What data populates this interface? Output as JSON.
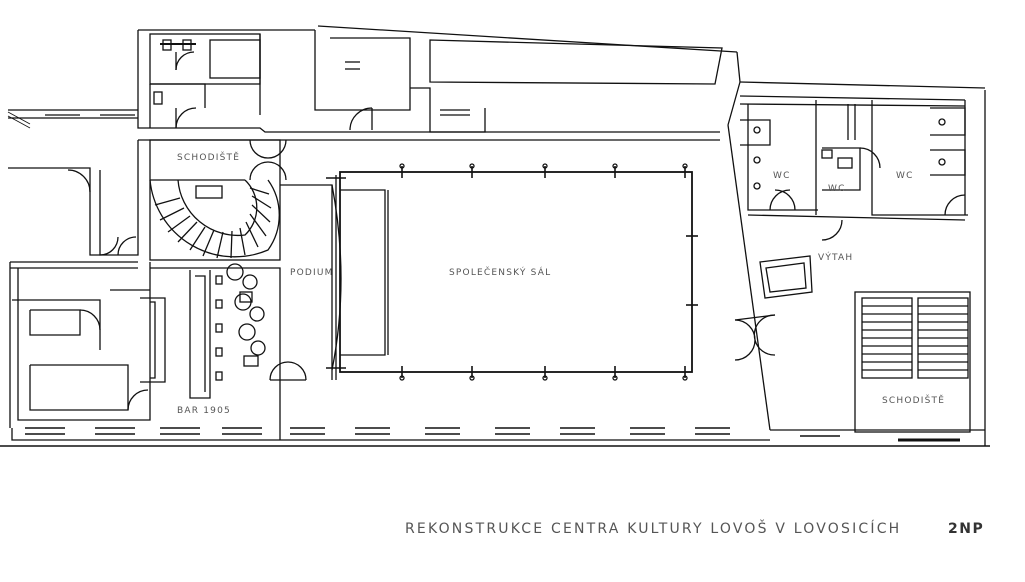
{
  "rooms": {
    "stairs_left": "SCHODIŠTĚ",
    "podium": "PODIUM",
    "hall": "SPOLEČENSKÝ SÁL",
    "bar": "BAR 1905",
    "wc_left": "WC",
    "wc_middle": "WC",
    "wc_right": "WC",
    "lift": "VÝTAH",
    "stairs_right": "SCHODIŠTĚ"
  },
  "caption": {
    "title": "REKONSTRUKCE CENTRA KULTURY LOVOŠ V LOVOSICÍCH",
    "level": "2NP"
  }
}
